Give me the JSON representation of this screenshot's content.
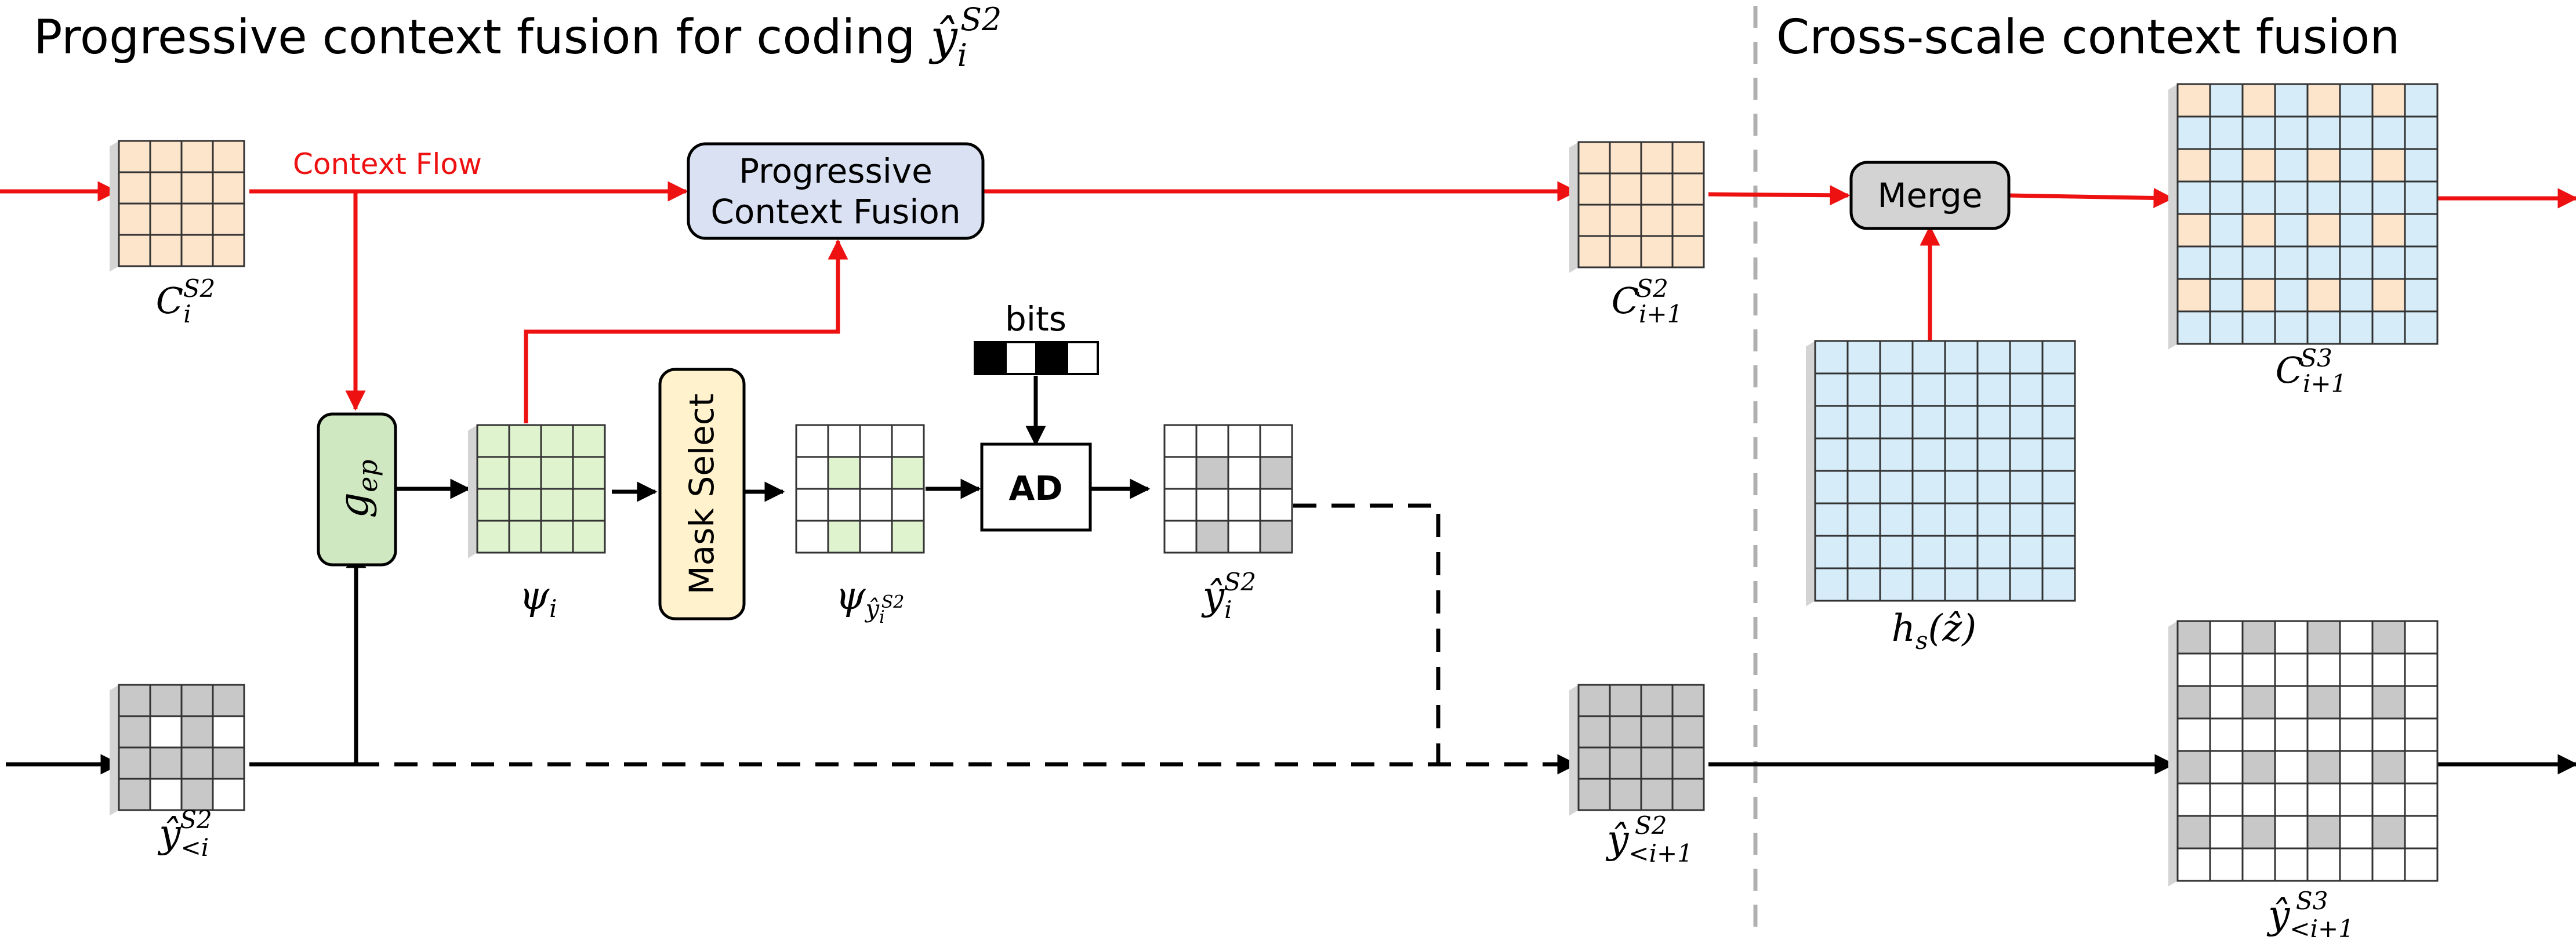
{
  "titles": {
    "left_prefix": "Progressive context fusion for coding ",
    "left_symbol": "ŷ",
    "left_sub": "i",
    "left_sup": "S2",
    "right": "Cross-scale context fusion"
  },
  "labels": {
    "context_flow": "Context Flow",
    "pcf_line1": "Progressive",
    "pcf_line2": "Context Fusion",
    "merge": "Merge",
    "mask_select": "Mask Select",
    "ad": "AD",
    "bits": "bits",
    "gep_base": "g",
    "gep_sub": "ep"
  },
  "math_labels": {
    "c_i_s2": {
      "base": "C",
      "sub": "i",
      "sup": "S2"
    },
    "c_i1_s2": {
      "base": "C",
      "sub": "i+1",
      "sup": "S2"
    },
    "c_i1_s3": {
      "base": "C",
      "sub": "i+1",
      "sup": "S3"
    },
    "psi_i": {
      "base": "ψ",
      "sub": "i"
    },
    "psi_y": {
      "base": "ψ",
      "sub": "ŷ",
      "subsub": "i",
      "subsup": "S2"
    },
    "y_i_s2": {
      "base": "ŷ",
      "sub": "i",
      "sup": "S2"
    },
    "y_lt_i_s2": {
      "base": "ŷ",
      "sub": "<i",
      "sup": "S2"
    },
    "y_lt_i1_s2": {
      "base": "ŷ",
      "sub": "<i+1",
      "sup": "S2"
    },
    "y_lt_i1_s3": {
      "base": "ŷ",
      "sub": "<i+1",
      "sup": "S3"
    },
    "hs": {
      "base": "h",
      "sub": "s",
      "arg": "(ẑ)"
    }
  },
  "colors": {
    "red": "#ee1111",
    "black": "#000000",
    "orange_cell": "#fde5cc",
    "green_cell": "#dff3cf",
    "blue_cell": "#d6ecf9",
    "gray_cell": "#c8c8c8",
    "pcf_box": "#d9e1f2",
    "merge_box": "#d3d3d3",
    "mask_box": "#fff2cc",
    "gep_box": "#cfe8c2",
    "divider": "#b0b0b0"
  },
  "grids": {
    "c_i_s2": [
      "oooo",
      "oooo",
      "oooo",
      "oooo"
    ],
    "c_i1_s2": [
      "oooo",
      "oooo",
      "oooo",
      "oooo"
    ],
    "psi_i": [
      "gggg",
      "gggg",
      "gggg",
      "gggg"
    ],
    "psi_masked": [
      "wwww",
      "wgwg",
      "wwww",
      "wgwg"
    ],
    "y_i_s2": [
      "wwww",
      "wkwk",
      "wwww",
      "wkwk"
    ],
    "y_lt_i_s2": [
      "kkkk",
      "kwkw",
      "kkkk",
      "kwkw"
    ],
    "y_lt_i1_s2": [
      "kkkk",
      "kkkk",
      "kkkk",
      "kkkk"
    ],
    "c_i1_s3": [
      "obobobob",
      "bbbbbbbb",
      "obobobob",
      "bbbbbbbb",
      "obobobob",
      "bbbbbbbb",
      "obobobob",
      "bbbbbbbb"
    ],
    "hs": [
      "bbbbbbbb",
      "bbbbbbbb",
      "bbbbbbbb",
      "bbbbbbbb",
      "bbbbbbbb",
      "bbbbbbbb",
      "bbbbbbbb",
      "bbbbbbbb"
    ],
    "y_lt_i1_s3": [
      "kwkwkwkw",
      "wwwwwwww",
      "kwkwkwkw",
      "wwwwwwww",
      "kwkwkwkw",
      "wwwwwwww",
      "kwkwkwkw",
      "wwwwwwww"
    ]
  },
  "bits_pattern": [
    "k",
    "w",
    "k",
    "w"
  ]
}
